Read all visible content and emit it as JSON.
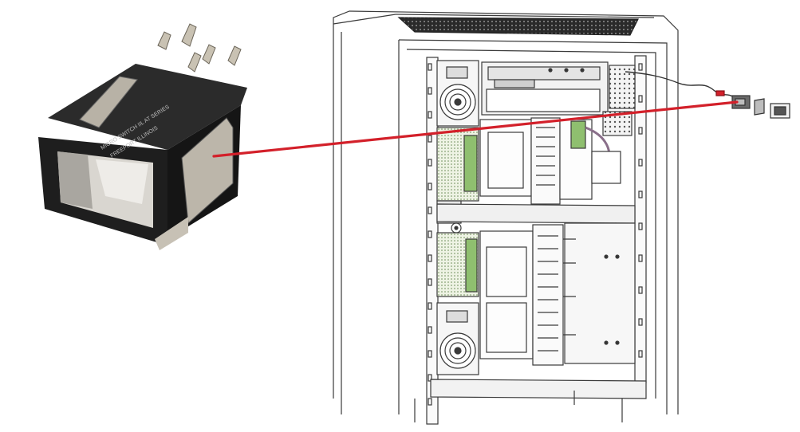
{
  "switch_photo": {
    "label_lines": [
      "MICRO SWITCH  IIL  AT SERIES",
      "FREEPORT ILLINOIS"
    ]
  },
  "colors": {
    "callout_line": "#d3202a",
    "switch_body": "#1c1c1c",
    "switch_insert": "#d9d6d0",
    "drawing_ink": "#3a3a3a",
    "pcb_green": "#8fbf6f",
    "pcb_tan": "#d8c99a"
  },
  "icons": {
    "switch": "microswitch-photo",
    "cabinet": "server-cabinet-drawing",
    "line": "callout-line"
  }
}
